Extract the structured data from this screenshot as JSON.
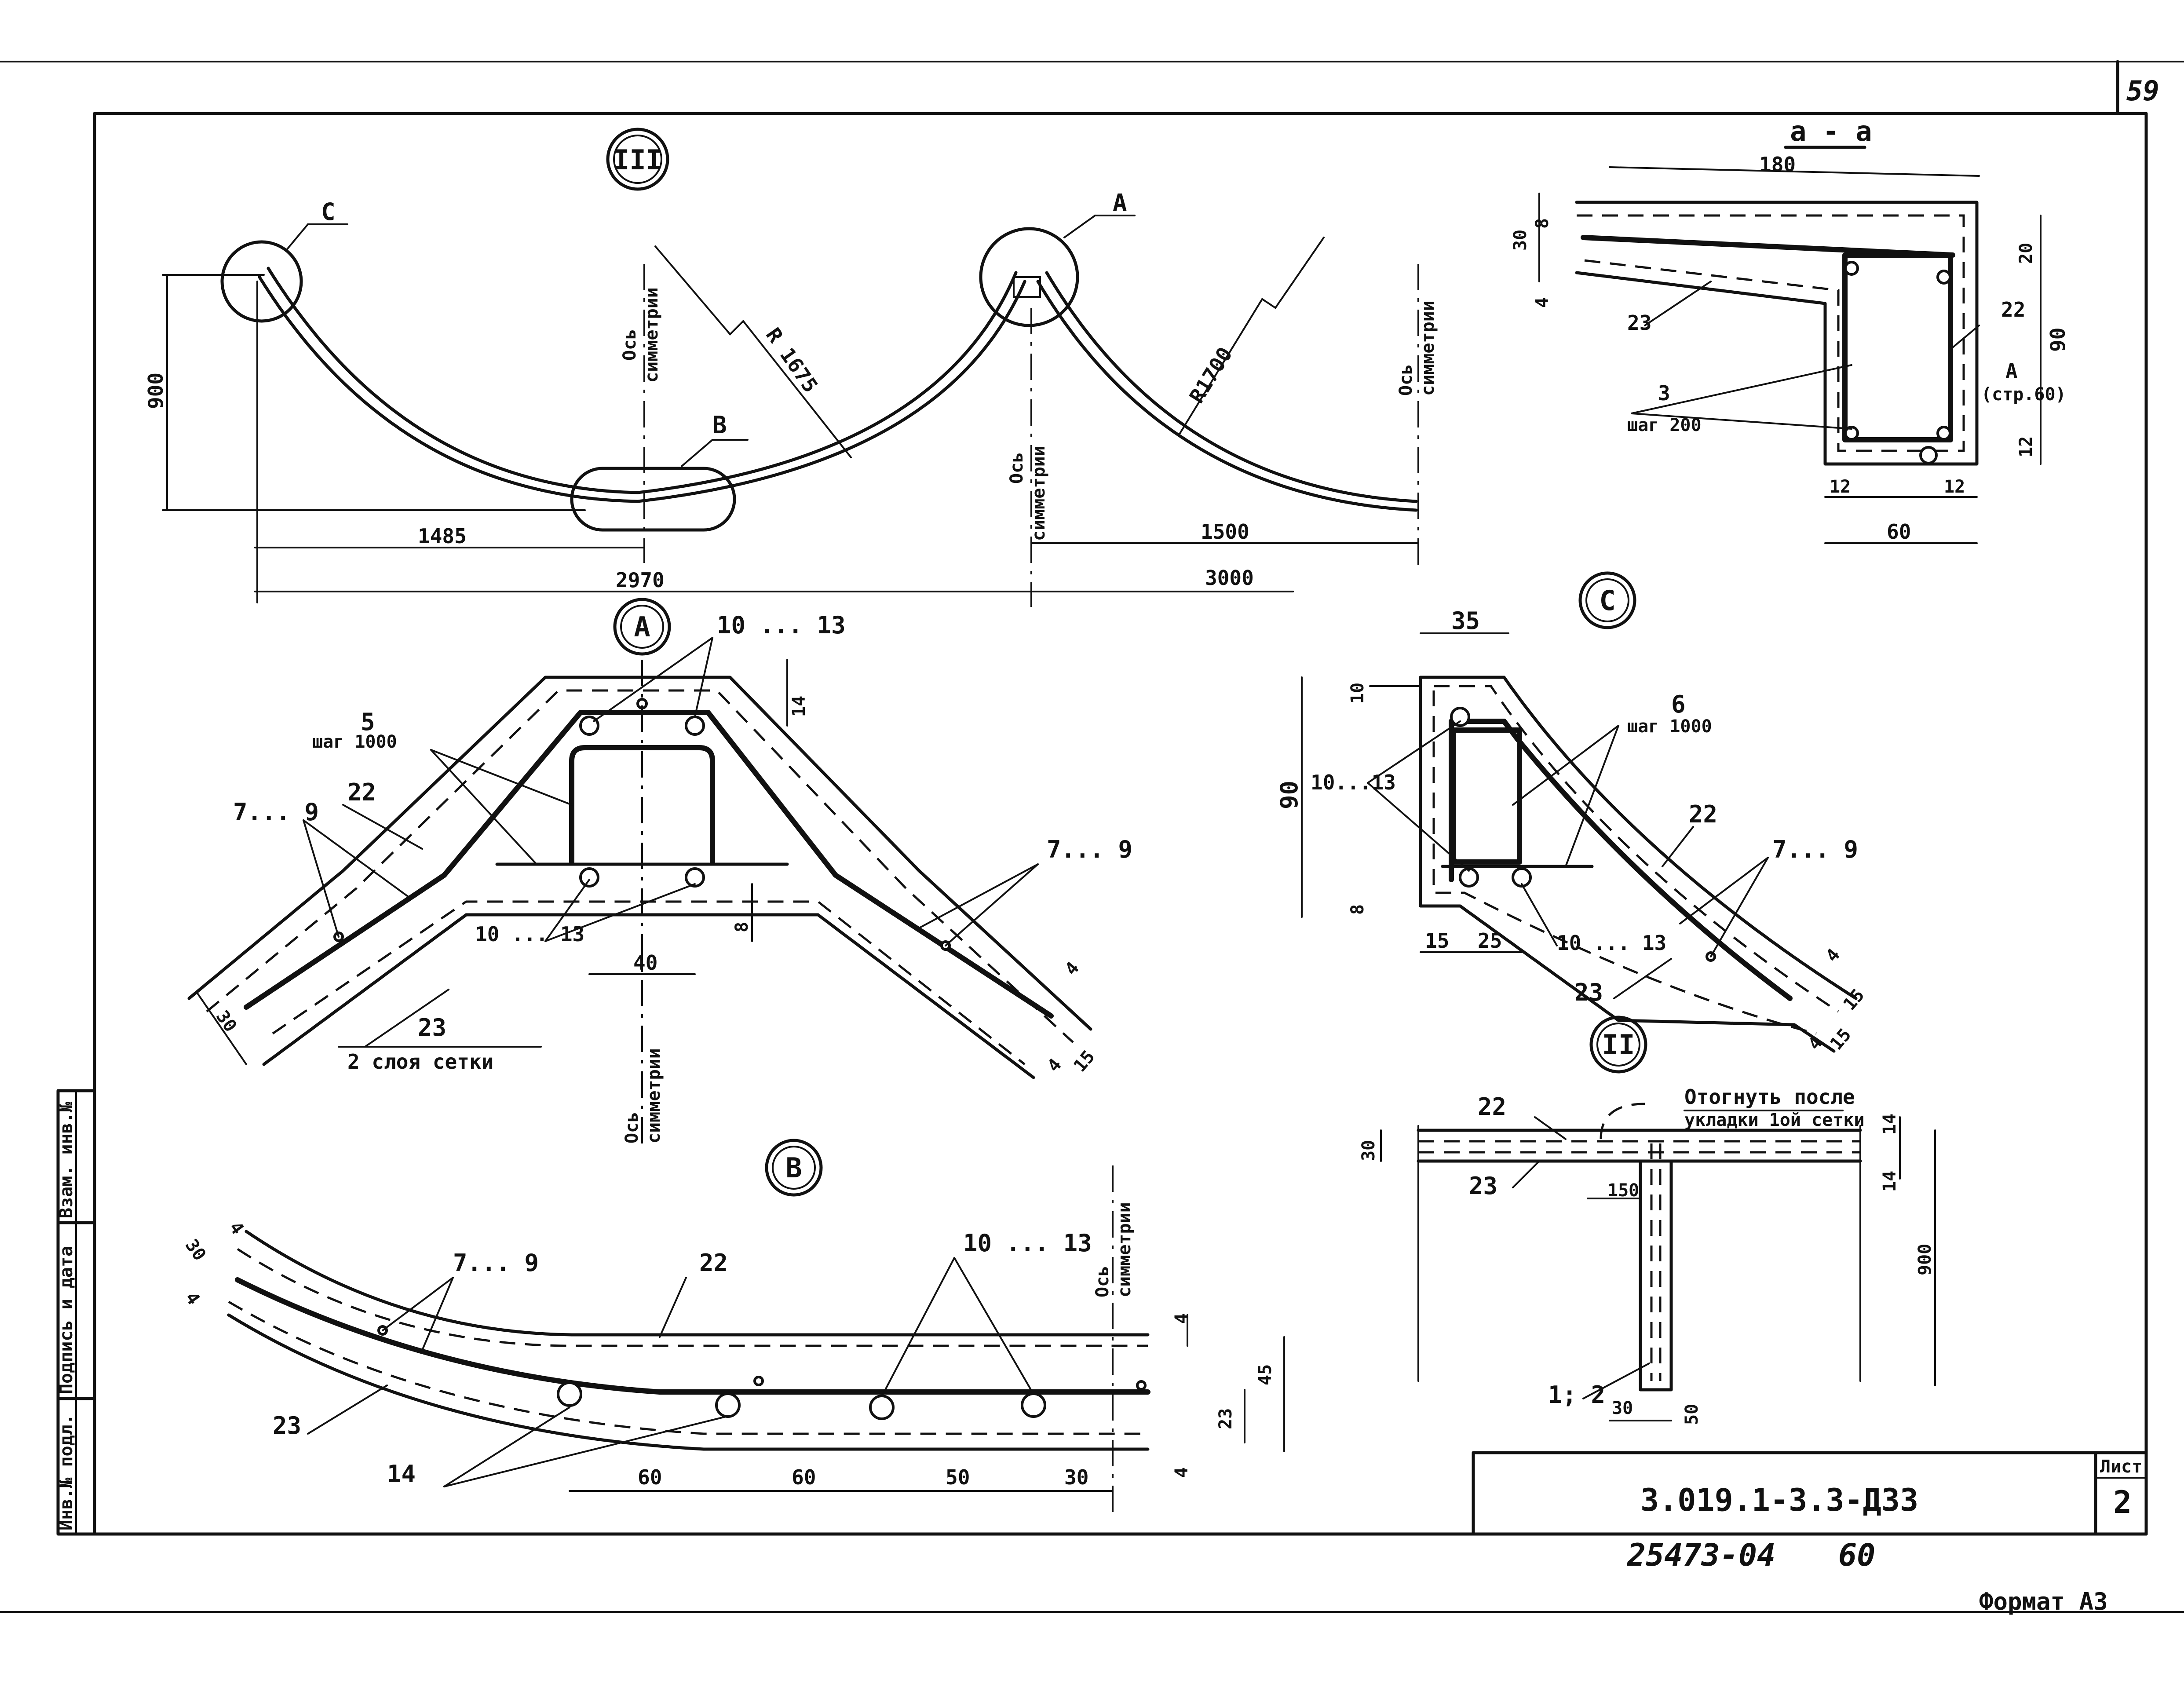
{
  "sheet": {
    "page_number": "59",
    "format": "Формат А3",
    "doc_code": "3.019.1-3.3-Д33",
    "sheet_label": "Лист",
    "sheet_number": "2",
    "archive_number": "25473-04",
    "archive_page": "60"
  },
  "side_stamp": {
    "col1": "Инв.№ подл.",
    "col2": "Подпись и дата",
    "col3": "Взам. инв.№"
  },
  "views": {
    "overview": {
      "marker": "III",
      "callout_c": "С",
      "callout_a": "А",
      "callout_b": "В",
      "radius_left": "R 1675",
      "radius_right": "R1700",
      "axis_label_top": "Ось",
      "axis_label_bottom": "симметрии",
      "dim_height": "900",
      "dim_1485": "1485",
      "dim_2970": "2970",
      "dim_1500": "1500",
      "dim_3000": "3000"
    },
    "section_aa": {
      "title": "а - а",
      "dim_180": "180",
      "dim_30": "30",
      "dim_8": "8",
      "dim_4": "4",
      "dim_20": "20",
      "dim_90": "90",
      "dim_12a": "12",
      "dim_12b": "12",
      "dim_12c": "12",
      "dim_60": "60",
      "label_22": "22",
      "label_23": "23",
      "label_3": "3",
      "step_200": "шаг 200",
      "ref_a": "А",
      "ref_page": "(стр.60)"
    },
    "detail_a": {
      "marker": "А",
      "label_5": "5",
      "step_1000": "шаг 1000",
      "label_22": "22",
      "label_7_9_left": "7... 9",
      "label_7_9_right": "7... 9",
      "label_10_13_top": "10 ... 13",
      "label_10_13_bottom": "10 ... 13",
      "label_23": "23",
      "two_layers": "2 слоя сетки",
      "dim_14": "14",
      "dim_8": "8",
      "dim_40": "40",
      "dim_30": "30",
      "dim_4": "4",
      "dim_4b": "4",
      "dim_15": "15",
      "axis_top": "Ось",
      "axis_bottom": "симметрии"
    },
    "detail_c": {
      "marker": "С",
      "dim_35": "35",
      "dim_10": "10",
      "dim_90": "90",
      "dim_8": "8",
      "dim_15": "15",
      "dim_25": "25",
      "label_10_13_left": "10...13",
      "label_10_13_bottom": "10 ... 13",
      "label_6": "6",
      "step_1000": "шаг 1000",
      "label_22": "22",
      "label_7_9": "7... 9",
      "label_23": "23",
      "dim_4": "4",
      "dim_15a": "15",
      "dim_15b": "15",
      "dim_4b": "4"
    },
    "detail_b": {
      "marker": "В",
      "axis_top": "Ось",
      "axis_bottom": "симметрии",
      "dim_30": "30",
      "dim_4": "4",
      "dim_4r": "4",
      "dim_4l": "4",
      "dim_23": "23",
      "dim_45": "45",
      "label_7_9": "7... 9",
      "label_22": "22",
      "label_10_13": "10 ... 13",
      "label_23": "23",
      "label_14": "14",
      "dim_60a": "60",
      "dim_60b": "60",
      "dim_50": "50",
      "dim_30b": "30"
    },
    "detail_ii": {
      "marker": "II",
      "note_line1": "Отогнуть после",
      "note_line2": "укладки 1ой сетки",
      "label_22": "22",
      "label_23": "23",
      "dim_30": "30",
      "dim_150": "150",
      "dim_14a": "14",
      "dim_14b": "14",
      "dim_900": "900",
      "label_1_2": "1; 2",
      "dim_30b": "30",
      "dim_50": "50"
    }
  }
}
